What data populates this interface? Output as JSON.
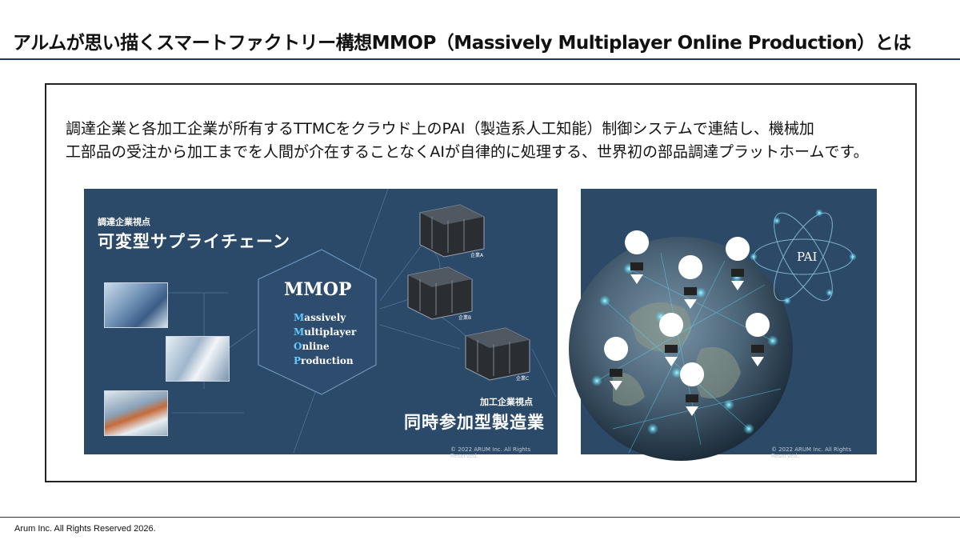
{
  "slide": {
    "title": "アルムが思い描くスマートファクトリー構想MMOP（Massively Multiplayer Online Production）とは",
    "description_line1": "調達企業と各加工企業が所有するTTMCをクラウド上のPAI（製造系人工知能）制御システムで連結し、機械加",
    "description_line2": "工部品の受注から加工までを人間が介在することなくAIが自律的に処理する、世界初の部品調達プラットホームです。",
    "footer": "Arum Inc. All Rights Reserved 2026."
  },
  "left_figure": {
    "top_small": "調達企業視点",
    "top_big": "可変型サプライチェーン",
    "hex_title": "MMOP",
    "mmop_lines": [
      {
        "initial": "M",
        "rest": "assively"
      },
      {
        "initial": "M",
        "rest": "ultiplayer"
      },
      {
        "initial": "O",
        "rest": "nline"
      },
      {
        "initial": "P",
        "rest": "roduction"
      }
    ],
    "factory_a": "企業A",
    "factory_b": "企業B",
    "factory_c": "企業C",
    "bottom_small": "加工企業視点",
    "bottom_big": "同時参加型製造業",
    "copyright": "© 2022 ARUM Inc. All Rights Reserved."
  },
  "right_figure": {
    "pai_label": "PAI",
    "copyright": "© 2022 ARUM Inc. All Rights Reserved."
  },
  "colors": {
    "title_rule": "#1f3864",
    "panel_bg": "#2b4969",
    "accent_cyan": "#62c8ff"
  }
}
